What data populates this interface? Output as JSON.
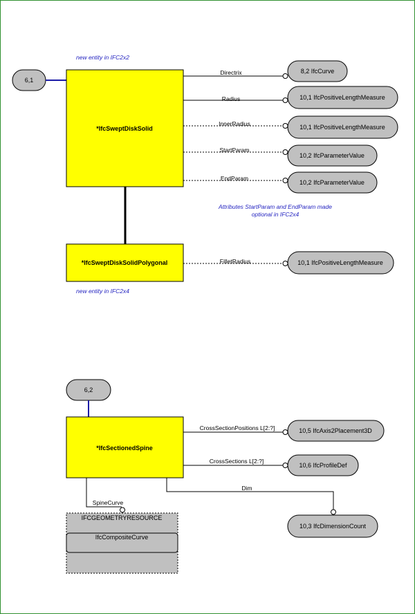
{
  "notes": {
    "new_ifc2x2": "new entity in IFC2x2",
    "new_ifc2x4": "new entity in IFC2x4",
    "optional_line1": "Attributes StartParam and EndParam made",
    "optional_line2": "optional in IFC2x4"
  },
  "page_refs": {
    "ref1": "6,1",
    "ref2": "6,2"
  },
  "entities": {
    "swept_disk_solid": "*IfcSweptDiskSolid",
    "swept_disk_solid_polygonal": "*IfcSweptDiskSolidPolygonal",
    "sectioned_spine": "*IfcSectionedSpine"
  },
  "attributes": {
    "directrix": "Directrix",
    "radius": "Radius",
    "inner_radius": "InnerRadius",
    "start_param": "StartParam",
    "end_param": "EndParam",
    "fillet_radius": "FilletRadius",
    "cross_section_positions": "CrossSectionPositions L[2:?]",
    "cross_sections": "CrossSections L[2:?]",
    "dim": "Dim",
    "spine_curve": "SpineCurve"
  },
  "types": {
    "curve": "8,2 IfcCurve",
    "positive_length_1": "10,1 IfcPositiveLengthMeasure",
    "positive_length_2": "10,1 IfcPositiveLengthMeasure",
    "parameter_value_1": "10,2 IfcParameterValue",
    "parameter_value_2": "10,2 IfcParameterValue",
    "positive_length_3": "10,1 IfcPositiveLengthMeasure",
    "axis2_placement": "10,5 IfcAxis2Placement3D",
    "profile_def": "10,6 IfcProfileDef",
    "dimension_count": "10,3 IfcDimensionCount"
  },
  "schema": {
    "title": "IFCGEOMETRYRESOURCE",
    "item": "IfcCompositeCurve"
  },
  "colors": {
    "entity_fill": "#ffff00",
    "type_fill": "#c0c0c0",
    "note_text": "#1f1fbf",
    "frame": "#2f8f2f"
  }
}
